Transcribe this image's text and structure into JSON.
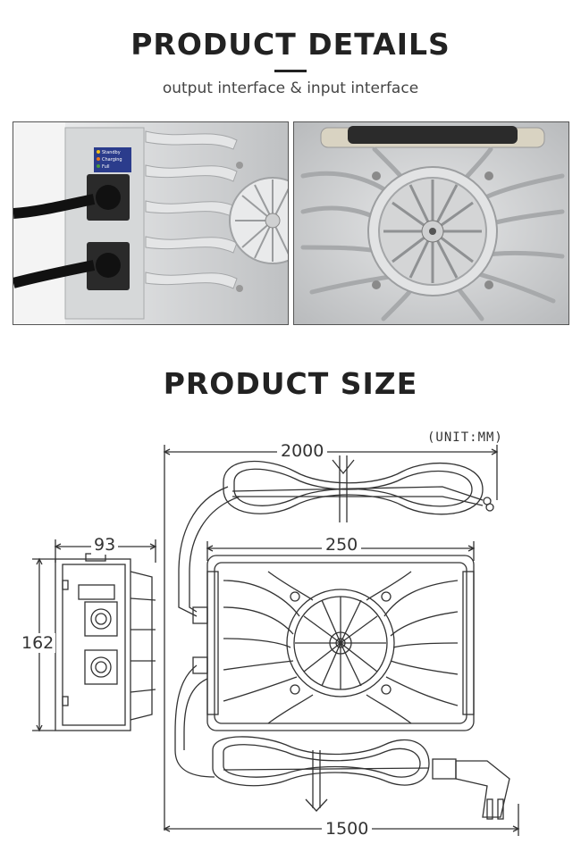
{
  "details": {
    "title": "PRODUCT DETAILS",
    "subtitle": "output interface & input interface"
  },
  "photo_left": {
    "indicator_labels": [
      "Standby",
      "Charging",
      "Full"
    ],
    "indicator_colors": [
      "#f2c01a",
      "#e8761e",
      "#4a9a3a"
    ]
  },
  "size": {
    "title": "PRODUCT SIZE",
    "unit_label": "(UNIT:MM)",
    "dim_top_cable": "2000",
    "dim_body_width": "250",
    "dim_side_width": "93",
    "dim_height": "162",
    "dim_bottom_cable": "1500"
  },
  "colors": {
    "heading": "#222222",
    "housing": "#c9cbcc",
    "drawing_stroke": "#333333"
  }
}
